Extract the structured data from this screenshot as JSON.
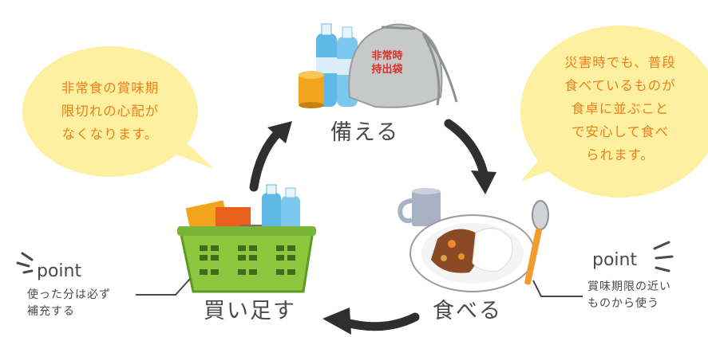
{
  "cycle_steps": {
    "prepare": "備える",
    "eat": "食べる",
    "restock": "買い足す"
  },
  "bubbles": {
    "left_lines": [
      "非常食の賞味期",
      "限切れの心配が",
      "なくなります。"
    ],
    "right_lines": [
      "災害時でも、普段",
      "食べているものが",
      "食卓に並ぶこと",
      "で安心して食べ",
      "られます。"
    ]
  },
  "bag_label_lines": [
    "非常時",
    "持出袋"
  ],
  "points": {
    "left": {
      "word": "point",
      "lines": [
        "使った分は必ず",
        "補充する"
      ]
    },
    "right": {
      "word": "point",
      "lines": [
        "賞味期限の近い",
        "ものから使う"
      ]
    }
  },
  "colors": {
    "bubble": "#fdf0a0",
    "bubble_text": "#ef7f1a",
    "arrow": "#2f2f2f",
    "basket": "#8dc63f",
    "bag_label": "#d8322d"
  }
}
